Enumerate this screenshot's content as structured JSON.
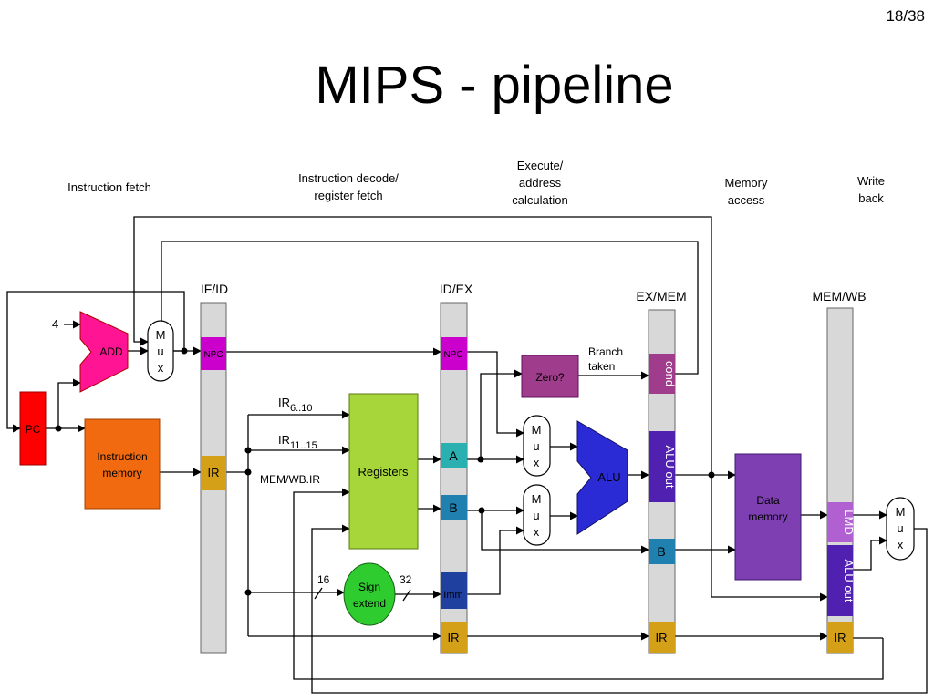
{
  "slide": {
    "page_number": "18/38",
    "title": "MIPS - pipeline"
  },
  "stages": {
    "fetch": "Instruction fetch",
    "decode_line1": "Instruction decode/",
    "decode_line2": "register fetch",
    "execute_line1": "Execute/",
    "execute_line2": "address",
    "execute_line3": "calculation",
    "memory_line1": "Memory",
    "memory_line2": "access",
    "writeback_line1": "Write",
    "writeback_line2": "back"
  },
  "registers": {
    "if_id": "IF/ID",
    "id_ex": "ID/EX",
    "ex_mem": "EX/MEM",
    "mem_wb": "MEM/WB"
  },
  "fields": {
    "npc": "NPC",
    "ir": "IR",
    "a": "A",
    "b": "B",
    "imm": "Imm",
    "cond": "cond",
    "alu_out": "ALU out",
    "lmd": "LMD"
  },
  "units": {
    "pc": "PC",
    "add": "ADD",
    "const_four": "4",
    "instruction_memory_line1": "Instruction",
    "instruction_memory_line2": "memory",
    "registers": "Registers",
    "sign_extend_line1": "Sign",
    "sign_extend_line2": "extend",
    "zero": "Zero?",
    "alu": "ALU",
    "data_memory_line1": "Data",
    "data_memory_line2": "memory",
    "mux_m": "M",
    "mux_u": "u",
    "mux_x": "x"
  },
  "labels": {
    "ir_6_10_base": "IR",
    "ir_6_10_sub": "6..10",
    "ir_11_15_base": "IR",
    "ir_11_15_sub": "11..15",
    "memwb_ir": "MEM/WB.IR",
    "bits_16": "16",
    "bits_32": "32",
    "branch": "Branch",
    "taken": "taken"
  },
  "colors": {
    "pc": "#ff0000",
    "add": "#ff1493",
    "instruction_memory": "#f26a10",
    "registers": "#a6d63a",
    "sign_extend": "#2ecc2e",
    "zero": "#a03c8c",
    "alu": "#2b2bd6",
    "data_memory": "#7d3fb2",
    "npc": "#cc00cc",
    "ir": "#d4a018",
    "a": "#2ab0b0",
    "b": "#2080b0",
    "imm": "#2040a0",
    "cond": "#a03c8c",
    "alu_out": "#5020b0",
    "lmd": "#b060d0",
    "pipe_bar": "#d8d8d8"
  }
}
